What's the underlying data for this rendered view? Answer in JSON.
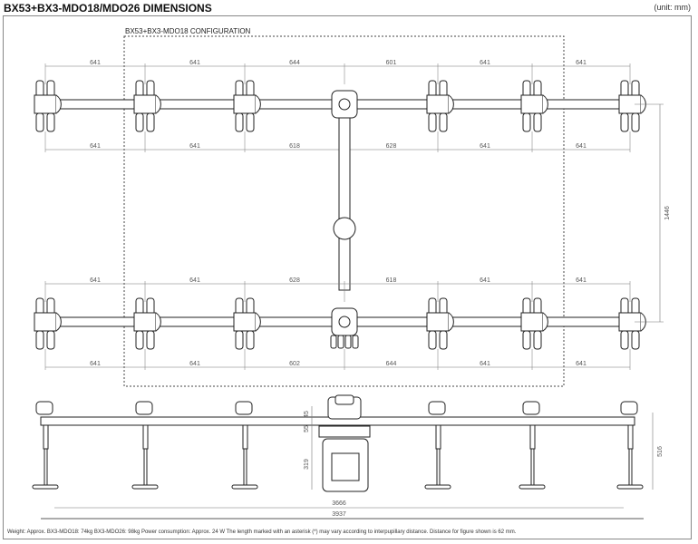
{
  "header": {
    "title": "BX53+BX3-MDO18/MDO26 DIMENSIONS",
    "unit": "(unit: mm)"
  },
  "config_label": "BX53+BX3-MDO18 CONFIGURATION",
  "top_row": {
    "upper_dims": [
      "641",
      "641",
      "644",
      "601",
      "641",
      "641"
    ],
    "lower_dims": [
      "641",
      "641",
      "618",
      "628",
      "641",
      "641"
    ]
  },
  "vertical_dim": "1446",
  "middle_row": {
    "upper_dims": [
      "641",
      "641",
      "628",
      "618",
      "641",
      "641"
    ],
    "lower_dims": [
      "641",
      "641",
      "602",
      "644",
      "641",
      "641"
    ]
  },
  "side_view": {
    "heights": [
      "45",
      "55",
      "319"
    ],
    "total_height": "516",
    "width_inner": "3666",
    "width_total": "3937"
  },
  "footer": "Weight: Approx. BX3-MDO18: 74kg BX3-MDO26: 98kg Power consumption: Approx. 24 W   The length marked with an asterisk (*) may vary according to interpupillary distance.  Distance for figure shown is 62 mm.",
  "colors": {
    "line": "#222222",
    "dim": "#666666"
  }
}
